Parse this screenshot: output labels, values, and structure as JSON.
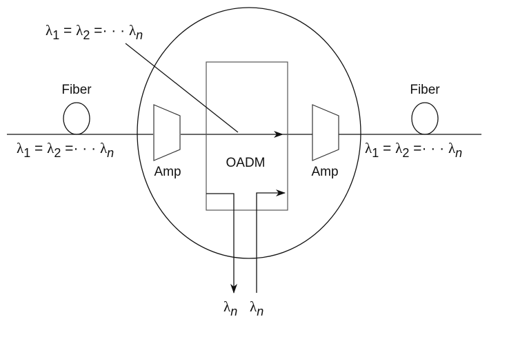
{
  "diagram": {
    "title": "Optical Add/Drop Multiplexer node",
    "labels": {
      "fiber_left": "Fiber",
      "fiber_right": "Fiber",
      "amp_left": "Amp",
      "amp_right": "Amp",
      "oadm": "OADM"
    },
    "wavelength_expr": {
      "top": {
        "l1": "λ",
        "s1": "1",
        "eq1": " = ",
        "l2": "λ",
        "s2": "2",
        "eq2": " =· · · ",
        "ln": "λ",
        "sn": "n"
      },
      "left": {
        "l1": "λ",
        "s1": "1",
        "eq1": " = ",
        "l2": "λ",
        "s2": "2",
        "eq2": " =· · · ",
        "ln": "λ",
        "sn": "n"
      },
      "right": {
        "l1": "λ",
        "s1": "1",
        "eq1": " = ",
        "l2": "λ",
        "s2": "2",
        "eq2": " =· · · ",
        "ln": "λ",
        "sn": "n"
      }
    },
    "drop": {
      "l": "λ",
      "s": "n"
    },
    "add": {
      "l": "λ",
      "s": "n"
    },
    "colors": {
      "stroke": "#111111",
      "box": "#555555",
      "background": "#ffffff"
    }
  }
}
